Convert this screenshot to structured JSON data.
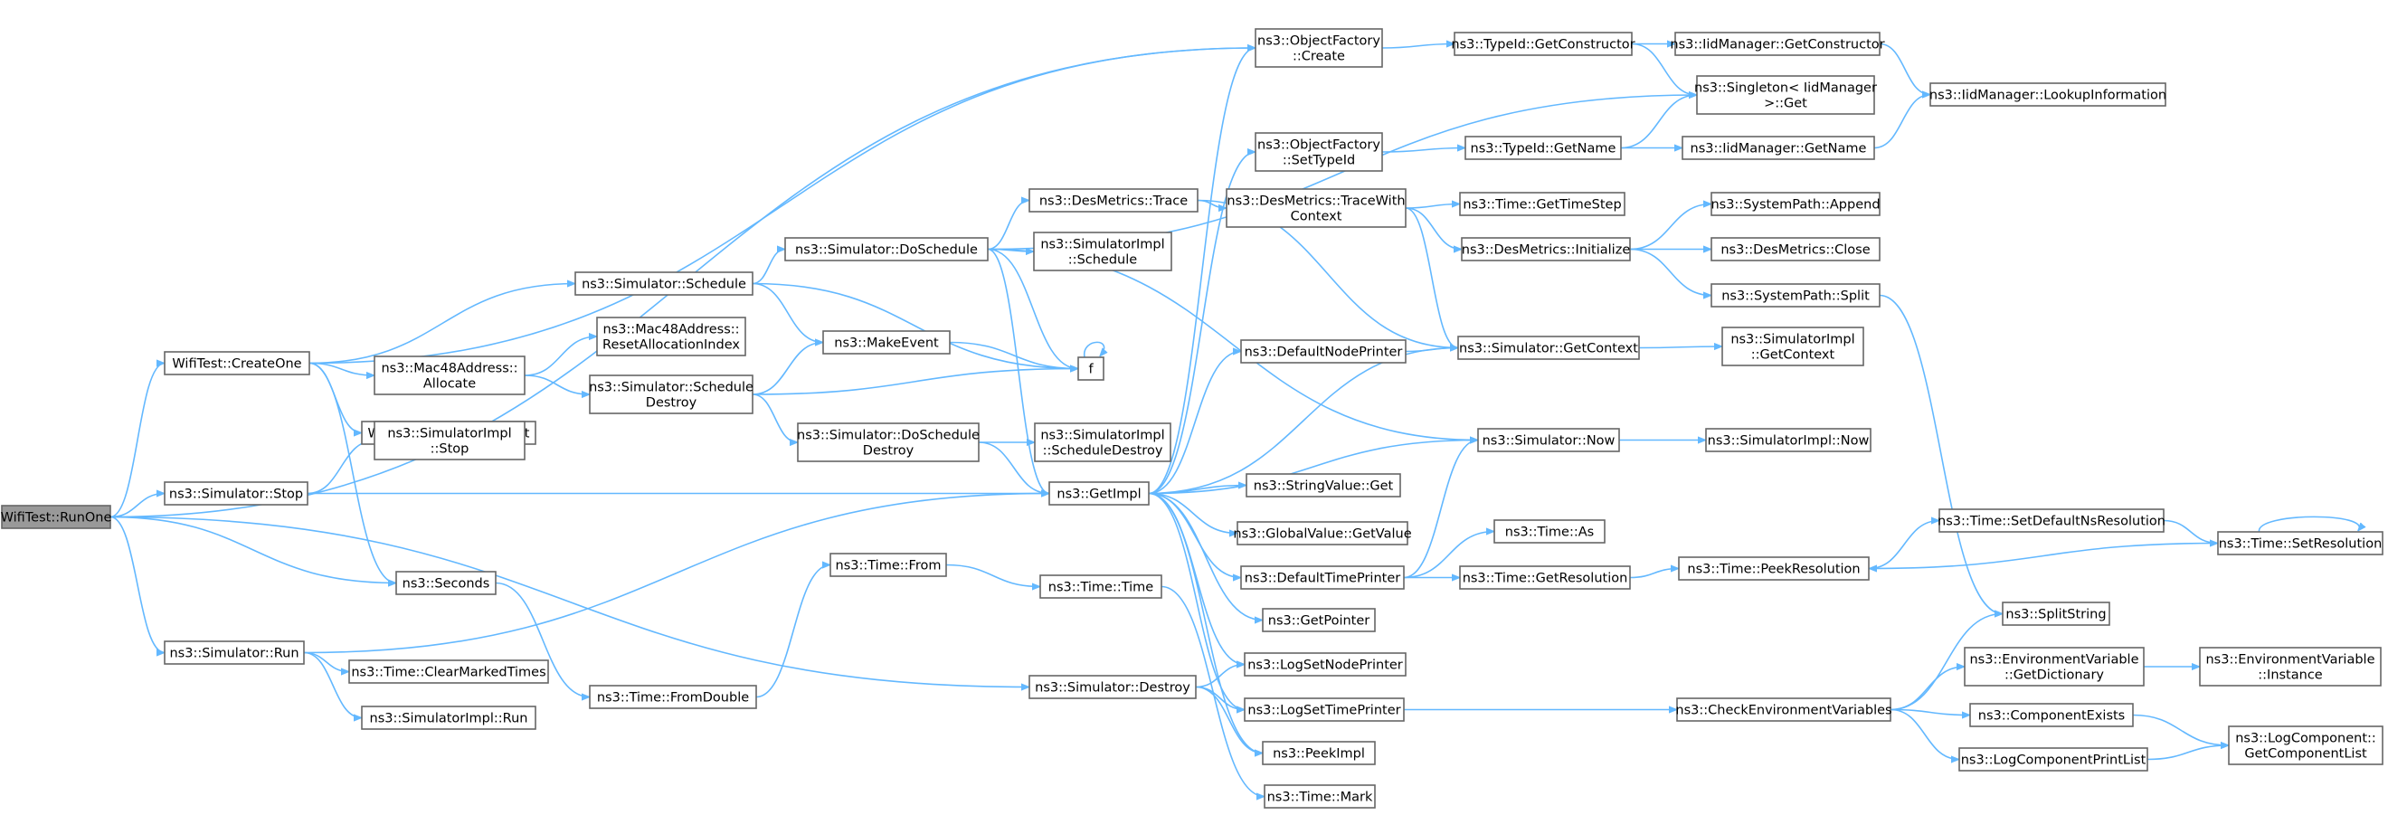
{
  "graph": {
    "nodes": [
      {
        "id": "runone",
        "lines": [
          "WifiTest::RunOne"
        ],
        "root": true
      },
      {
        "id": "createone",
        "lines": [
          "WifiTest::CreateOne"
        ]
      },
      {
        "id": "stop",
        "lines": [
          "ns3::Simulator::Stop"
        ]
      },
      {
        "id": "seconds",
        "lines": [
          "ns3::Seconds"
        ]
      },
      {
        "id": "run",
        "lines": [
          "ns3::Simulator::Run"
        ]
      },
      {
        "id": "schedule",
        "lines": [
          "ns3::Simulator::Schedule"
        ]
      },
      {
        "id": "mac48alloc",
        "lines": [
          "ns3::Mac48Address::",
          "Allocate"
        ]
      },
      {
        "id": "sendonepacket",
        "lines": [
          "WifiTest::SendOnePacket"
        ]
      },
      {
        "id": "implstop",
        "lines": [
          "ns3::SimulatorImpl",
          "::Stop"
        ]
      },
      {
        "id": "fromdouble",
        "lines": [
          "ns3::Time::FromDouble"
        ]
      },
      {
        "id": "clearmarked",
        "lines": [
          "ns3::Time::ClearMarkedTimes"
        ]
      },
      {
        "id": "implrun",
        "lines": [
          "ns3::SimulatorImpl::Run"
        ]
      },
      {
        "id": "doschedule",
        "lines": [
          "ns3::Simulator::DoSchedule"
        ]
      },
      {
        "id": "resetalloc",
        "lines": [
          "ns3::Mac48Address::",
          "ResetAllocationIndex"
        ]
      },
      {
        "id": "makeevent",
        "lines": [
          "ns3::MakeEvent"
        ]
      },
      {
        "id": "scheduledestroy",
        "lines": [
          "ns3::Simulator::Schedule",
          "Destroy"
        ]
      },
      {
        "id": "doscheduledestroy",
        "lines": [
          "ns3::Simulator::DoSchedule",
          "Destroy"
        ]
      },
      {
        "id": "from",
        "lines": [
          "ns3::Time::From"
        ]
      },
      {
        "id": "destroy",
        "lines": [
          "ns3::Simulator::Destroy"
        ]
      },
      {
        "id": "desmtrace",
        "lines": [
          "ns3::DesMetrics::Trace"
        ]
      },
      {
        "id": "implschedule",
        "lines": [
          "ns3::SimulatorImpl",
          "::Schedule"
        ]
      },
      {
        "id": "f",
        "lines": [
          "f"
        ]
      },
      {
        "id": "implscheduledestroy",
        "lines": [
          "ns3::SimulatorImpl",
          "::ScheduleDestroy"
        ]
      },
      {
        "id": "getimpl",
        "lines": [
          "ns3::GetImpl"
        ]
      },
      {
        "id": "time",
        "lines": [
          "ns3::Time::Time"
        ]
      },
      {
        "id": "ofcreate",
        "lines": [
          "ns3::ObjectFactory",
          "::Create"
        ]
      },
      {
        "id": "ofsettypeid",
        "lines": [
          "ns3::ObjectFactory",
          "::SetTypeId"
        ]
      },
      {
        "id": "tracewithcontext",
        "lines": [
          "ns3::DesMetrics::TraceWith",
          "Context"
        ]
      },
      {
        "id": "defaultnodeprinter",
        "lines": [
          "ns3::DefaultNodePrinter"
        ]
      },
      {
        "id": "stringvalueget",
        "lines": [
          "ns3::StringValue::Get"
        ]
      },
      {
        "id": "globalvalueget",
        "lines": [
          "ns3::GlobalValue::GetValue"
        ]
      },
      {
        "id": "defaulttimeprinter",
        "lines": [
          "ns3::DefaultTimePrinter"
        ]
      },
      {
        "id": "getpointer",
        "lines": [
          "ns3::GetPointer"
        ]
      },
      {
        "id": "logsetnodeprinter",
        "lines": [
          "ns3::LogSetNodePrinter"
        ]
      },
      {
        "id": "logsettimeprinter",
        "lines": [
          "ns3::LogSetTimePrinter"
        ]
      },
      {
        "id": "peekimpl",
        "lines": [
          "ns3::PeekImpl"
        ]
      },
      {
        "id": "mark",
        "lines": [
          "ns3::Time::Mark"
        ]
      },
      {
        "id": "typeidgetconstructor",
        "lines": [
          "ns3::TypeId::GetConstructor"
        ]
      },
      {
        "id": "typeidgetname",
        "lines": [
          "ns3::TypeId::GetName"
        ]
      },
      {
        "id": "timegettimestep",
        "lines": [
          "ns3::Time::GetTimeStep"
        ]
      },
      {
        "id": "desminit",
        "lines": [
          "ns3::DesMetrics::Initialize"
        ]
      },
      {
        "id": "getcontext",
        "lines": [
          "ns3::Simulator::GetContext"
        ]
      },
      {
        "id": "now",
        "lines": [
          "ns3::Simulator::Now"
        ]
      },
      {
        "id": "timeas",
        "lines": [
          "ns3::Time::As"
        ]
      },
      {
        "id": "getresolution",
        "lines": [
          "ns3::Time::GetResolution"
        ]
      },
      {
        "id": "checkenv",
        "lines": [
          "ns3::CheckEnvironmentVariables"
        ]
      },
      {
        "id": "iidgetconstructor",
        "lines": [
          "ns3::IidManager::GetConstructor"
        ]
      },
      {
        "id": "singletonget",
        "lines": [
          "ns3::Singleton< IidManager",
          ">::Get"
        ]
      },
      {
        "id": "iidgetname",
        "lines": [
          "ns3::IidManager::GetName"
        ]
      },
      {
        "id": "spappend",
        "lines": [
          "ns3::SystemPath::Append"
        ]
      },
      {
        "id": "desmclose",
        "lines": [
          "ns3::DesMetrics::Close"
        ]
      },
      {
        "id": "spsplit",
        "lines": [
          "ns3::SystemPath::Split"
        ]
      },
      {
        "id": "implgetcontext",
        "lines": [
          "ns3::SimulatorImpl",
          "::GetContext"
        ]
      },
      {
        "id": "implnow",
        "lines": [
          "ns3::SimulatorImpl::Now"
        ]
      },
      {
        "id": "peekresolution",
        "lines": [
          "ns3::Time::PeekResolution"
        ]
      },
      {
        "id": "splitstring",
        "lines": [
          "ns3::SplitString"
        ]
      },
      {
        "id": "envgetdict",
        "lines": [
          "ns3::EnvironmentVariable",
          "::GetDictionary"
        ]
      },
      {
        "id": "componentexists",
        "lines": [
          "ns3::ComponentExists"
        ]
      },
      {
        "id": "logcompprintlist",
        "lines": [
          "ns3::LogComponentPrintList"
        ]
      },
      {
        "id": "lookupinfo",
        "lines": [
          "ns3::IidManager::LookupInformation"
        ]
      },
      {
        "id": "setdefaultnsres",
        "lines": [
          "ns3::Time::SetDefaultNsResolution"
        ]
      },
      {
        "id": "setresolution",
        "lines": [
          "ns3::Time::SetResolution"
        ]
      },
      {
        "id": "envinstance",
        "lines": [
          "ns3::EnvironmentVariable",
          "::Instance"
        ]
      },
      {
        "id": "getcomplist",
        "lines": [
          "ns3::LogComponent::",
          "GetComponentList"
        ]
      }
    ],
    "edges": [
      [
        "runone",
        "createone"
      ],
      [
        "runone",
        "stop"
      ],
      [
        "runone",
        "seconds"
      ],
      [
        "runone",
        "run"
      ],
      [
        "runone",
        "destroy"
      ],
      [
        "runone",
        "ofcreate"
      ],
      [
        "createone",
        "schedule"
      ],
      [
        "createone",
        "mac48alloc"
      ],
      [
        "createone",
        "sendonepacket"
      ],
      [
        "createone",
        "seconds"
      ],
      [
        "createone",
        "ofcreate"
      ],
      [
        "stop",
        "implstop"
      ],
      [
        "stop",
        "getimpl"
      ],
      [
        "seconds",
        "fromdouble"
      ],
      [
        "run",
        "clearmarked"
      ],
      [
        "run",
        "implrun"
      ],
      [
        "run",
        "getimpl"
      ],
      [
        "schedule",
        "doschedule"
      ],
      [
        "schedule",
        "makeevent"
      ],
      [
        "schedule",
        "f"
      ],
      [
        "mac48alloc",
        "resetalloc"
      ],
      [
        "mac48alloc",
        "scheduledestroy"
      ],
      [
        "fromdouble",
        "from"
      ],
      [
        "doschedule",
        "desmtrace"
      ],
      [
        "doschedule",
        "implschedule"
      ],
      [
        "doschedule",
        "getimpl"
      ],
      [
        "doschedule",
        "now"
      ],
      [
        "doschedule",
        "singletonget"
      ],
      [
        "doschedule",
        "f"
      ],
      [
        "makeevent",
        "f"
      ],
      [
        "scheduledestroy",
        "doscheduledestroy"
      ],
      [
        "scheduledestroy",
        "makeevent"
      ],
      [
        "scheduledestroy",
        "f"
      ],
      [
        "doscheduledestroy",
        "implscheduledestroy"
      ],
      [
        "doscheduledestroy",
        "getimpl"
      ],
      [
        "from",
        "time"
      ],
      [
        "destroy",
        "logsetnodeprinter"
      ],
      [
        "destroy",
        "logsettimeprinter"
      ],
      [
        "destroy",
        "peekimpl"
      ],
      [
        "desmtrace",
        "tracewithcontext"
      ],
      [
        "desmtrace",
        "getcontext"
      ],
      [
        "f",
        "f"
      ],
      [
        "getimpl",
        "ofcreate"
      ],
      [
        "getimpl",
        "ofsettypeid"
      ],
      [
        "getimpl",
        "defaultnodeprinter"
      ],
      [
        "getimpl",
        "stringvalueget"
      ],
      [
        "getimpl",
        "globalvalueget"
      ],
      [
        "getimpl",
        "defaulttimeprinter"
      ],
      [
        "getimpl",
        "getpointer"
      ],
      [
        "getimpl",
        "logsetnodeprinter"
      ],
      [
        "getimpl",
        "logsettimeprinter"
      ],
      [
        "getimpl",
        "peekimpl"
      ],
      [
        "getimpl",
        "getcontext"
      ],
      [
        "getimpl",
        "now"
      ],
      [
        "time",
        "mark"
      ],
      [
        "ofcreate",
        "typeidgetconstructor"
      ],
      [
        "ofsettypeid",
        "typeidgetname"
      ],
      [
        "tracewithcontext",
        "timegettimestep"
      ],
      [
        "tracewithcontext",
        "desminit"
      ],
      [
        "tracewithcontext",
        "getcontext"
      ],
      [
        "defaultnodeprinter",
        "getcontext"
      ],
      [
        "defaulttimeprinter",
        "now"
      ],
      [
        "defaulttimeprinter",
        "timeas"
      ],
      [
        "defaulttimeprinter",
        "getresolution"
      ],
      [
        "logsettimeprinter",
        "checkenv"
      ],
      [
        "typeidgetconstructor",
        "iidgetconstructor"
      ],
      [
        "typeidgetconstructor",
        "singletonget"
      ],
      [
        "typeidgetname",
        "singletonget"
      ],
      [
        "typeidgetname",
        "iidgetname"
      ],
      [
        "desminit",
        "spappend"
      ],
      [
        "desminit",
        "desmclose"
      ],
      [
        "desminit",
        "spsplit"
      ],
      [
        "getcontext",
        "implgetcontext"
      ],
      [
        "now",
        "implnow"
      ],
      [
        "getresolution",
        "peekresolution"
      ],
      [
        "checkenv",
        "splitstring"
      ],
      [
        "checkenv",
        "envgetdict"
      ],
      [
        "checkenv",
        "componentexists"
      ],
      [
        "checkenv",
        "logcompprintlist"
      ],
      [
        "iidgetconstructor",
        "lookupinfo"
      ],
      [
        "iidgetname",
        "lookupinfo"
      ],
      [
        "spsplit",
        "splitstring"
      ],
      [
        "peekresolution",
        "setdefaultnsres"
      ],
      [
        "setdefaultnsres",
        "setresolution"
      ],
      [
        "setresolution",
        "peekresolution"
      ],
      [
        "setresolution",
        "setresolution"
      ],
      [
        "envgetdict",
        "envinstance"
      ],
      [
        "componentexists",
        "getcomplist"
      ],
      [
        "logcompprintlist",
        "getcomplist"
      ]
    ]
  }
}
